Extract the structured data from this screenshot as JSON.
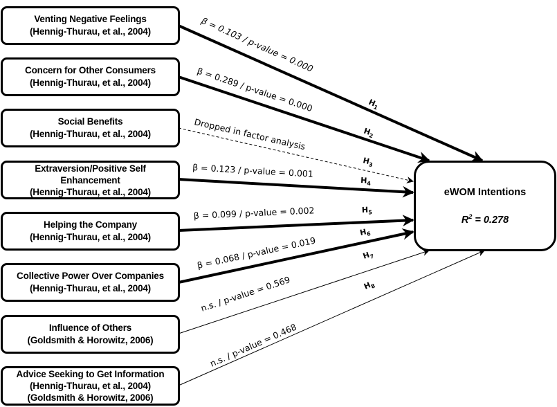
{
  "diagram": {
    "title": "eWOM Intentions structural model",
    "target": {
      "title": "eWOM Intentions",
      "r2_label": "R",
      "r2_sup": "2",
      "r2_value": " = 0.278"
    },
    "constructs": [
      {
        "id": "venting",
        "lines": [
          "Venting Negative Feelings",
          "(Hennig-Thurau, et al., 2004)"
        ]
      },
      {
        "id": "concern",
        "lines": [
          "Concern for Other Consumers",
          "(Hennig-Thurau, et al., 2004)"
        ]
      },
      {
        "id": "social",
        "lines": [
          "Social Benefits",
          "(Hennig-Thurau, et al., 2004)"
        ]
      },
      {
        "id": "extraversion",
        "lines": [
          "Extraversion/Positive Self",
          "Enhancement",
          "(Hennig-Thurau, et al., 2004)"
        ]
      },
      {
        "id": "helping",
        "lines": [
          "Helping the Company",
          "(Hennig-Thurau, et al., 2004)"
        ]
      },
      {
        "id": "collective",
        "lines": [
          "Collective Power Over Companies",
          "(Hennig-Thurau, et al., 2004)"
        ]
      },
      {
        "id": "influence",
        "lines": [
          "Influence of Others",
          "(Goldsmith & Horowitz, 2006)"
        ]
      },
      {
        "id": "advice",
        "lines": [
          "Advice Seeking to Get Information",
          "(Hennig-Thurau, et al., 2004)",
          "(Goldsmith & Horowitz, 2006)"
        ]
      }
    ],
    "paths": [
      {
        "hypothesis": "H",
        "sub": "1",
        "label": "β = 0.103 / p-value = 0.000",
        "beta": 0.103,
        "p_value": 0.0,
        "status": "significant",
        "italic": true
      },
      {
        "hypothesis": "H",
        "sub": "2",
        "label": "β = 0.289 / p-value = 0.000",
        "beta": 0.289,
        "p_value": 0.0,
        "status": "significant",
        "italic": false
      },
      {
        "hypothesis": "H",
        "sub": "3",
        "label": "Dropped in factor analysis",
        "beta": null,
        "p_value": null,
        "status": "dropped",
        "italic": false
      },
      {
        "hypothesis": "H",
        "sub": "4",
        "label": "β = 0.123 / p-value = 0.001",
        "beta": 0.123,
        "p_value": 0.001,
        "status": "significant",
        "italic": false
      },
      {
        "hypothesis": "H",
        "sub": "5",
        "label": "β = 0.099 / p-value = 0.002",
        "beta": 0.099,
        "p_value": 0.002,
        "status": "significant",
        "italic": false
      },
      {
        "hypothesis": "H",
        "sub": "6",
        "label": "β = 0.068 / p-value = 0.019",
        "beta": 0.068,
        "p_value": 0.019,
        "status": "significant",
        "italic": false
      },
      {
        "hypothesis": "H",
        "sub": "7",
        "label": "n.s. / p-value = 0.569",
        "beta": null,
        "p_value": 0.569,
        "status": "not-significant",
        "italic": false
      },
      {
        "hypothesis": "H",
        "sub": "8",
        "label": "n.s. / p-value = 0.468",
        "beta": null,
        "p_value": 0.468,
        "status": "not-significant",
        "italic": false
      }
    ],
    "colors": {
      "stroke": "#000000",
      "background": "#ffffff"
    }
  }
}
